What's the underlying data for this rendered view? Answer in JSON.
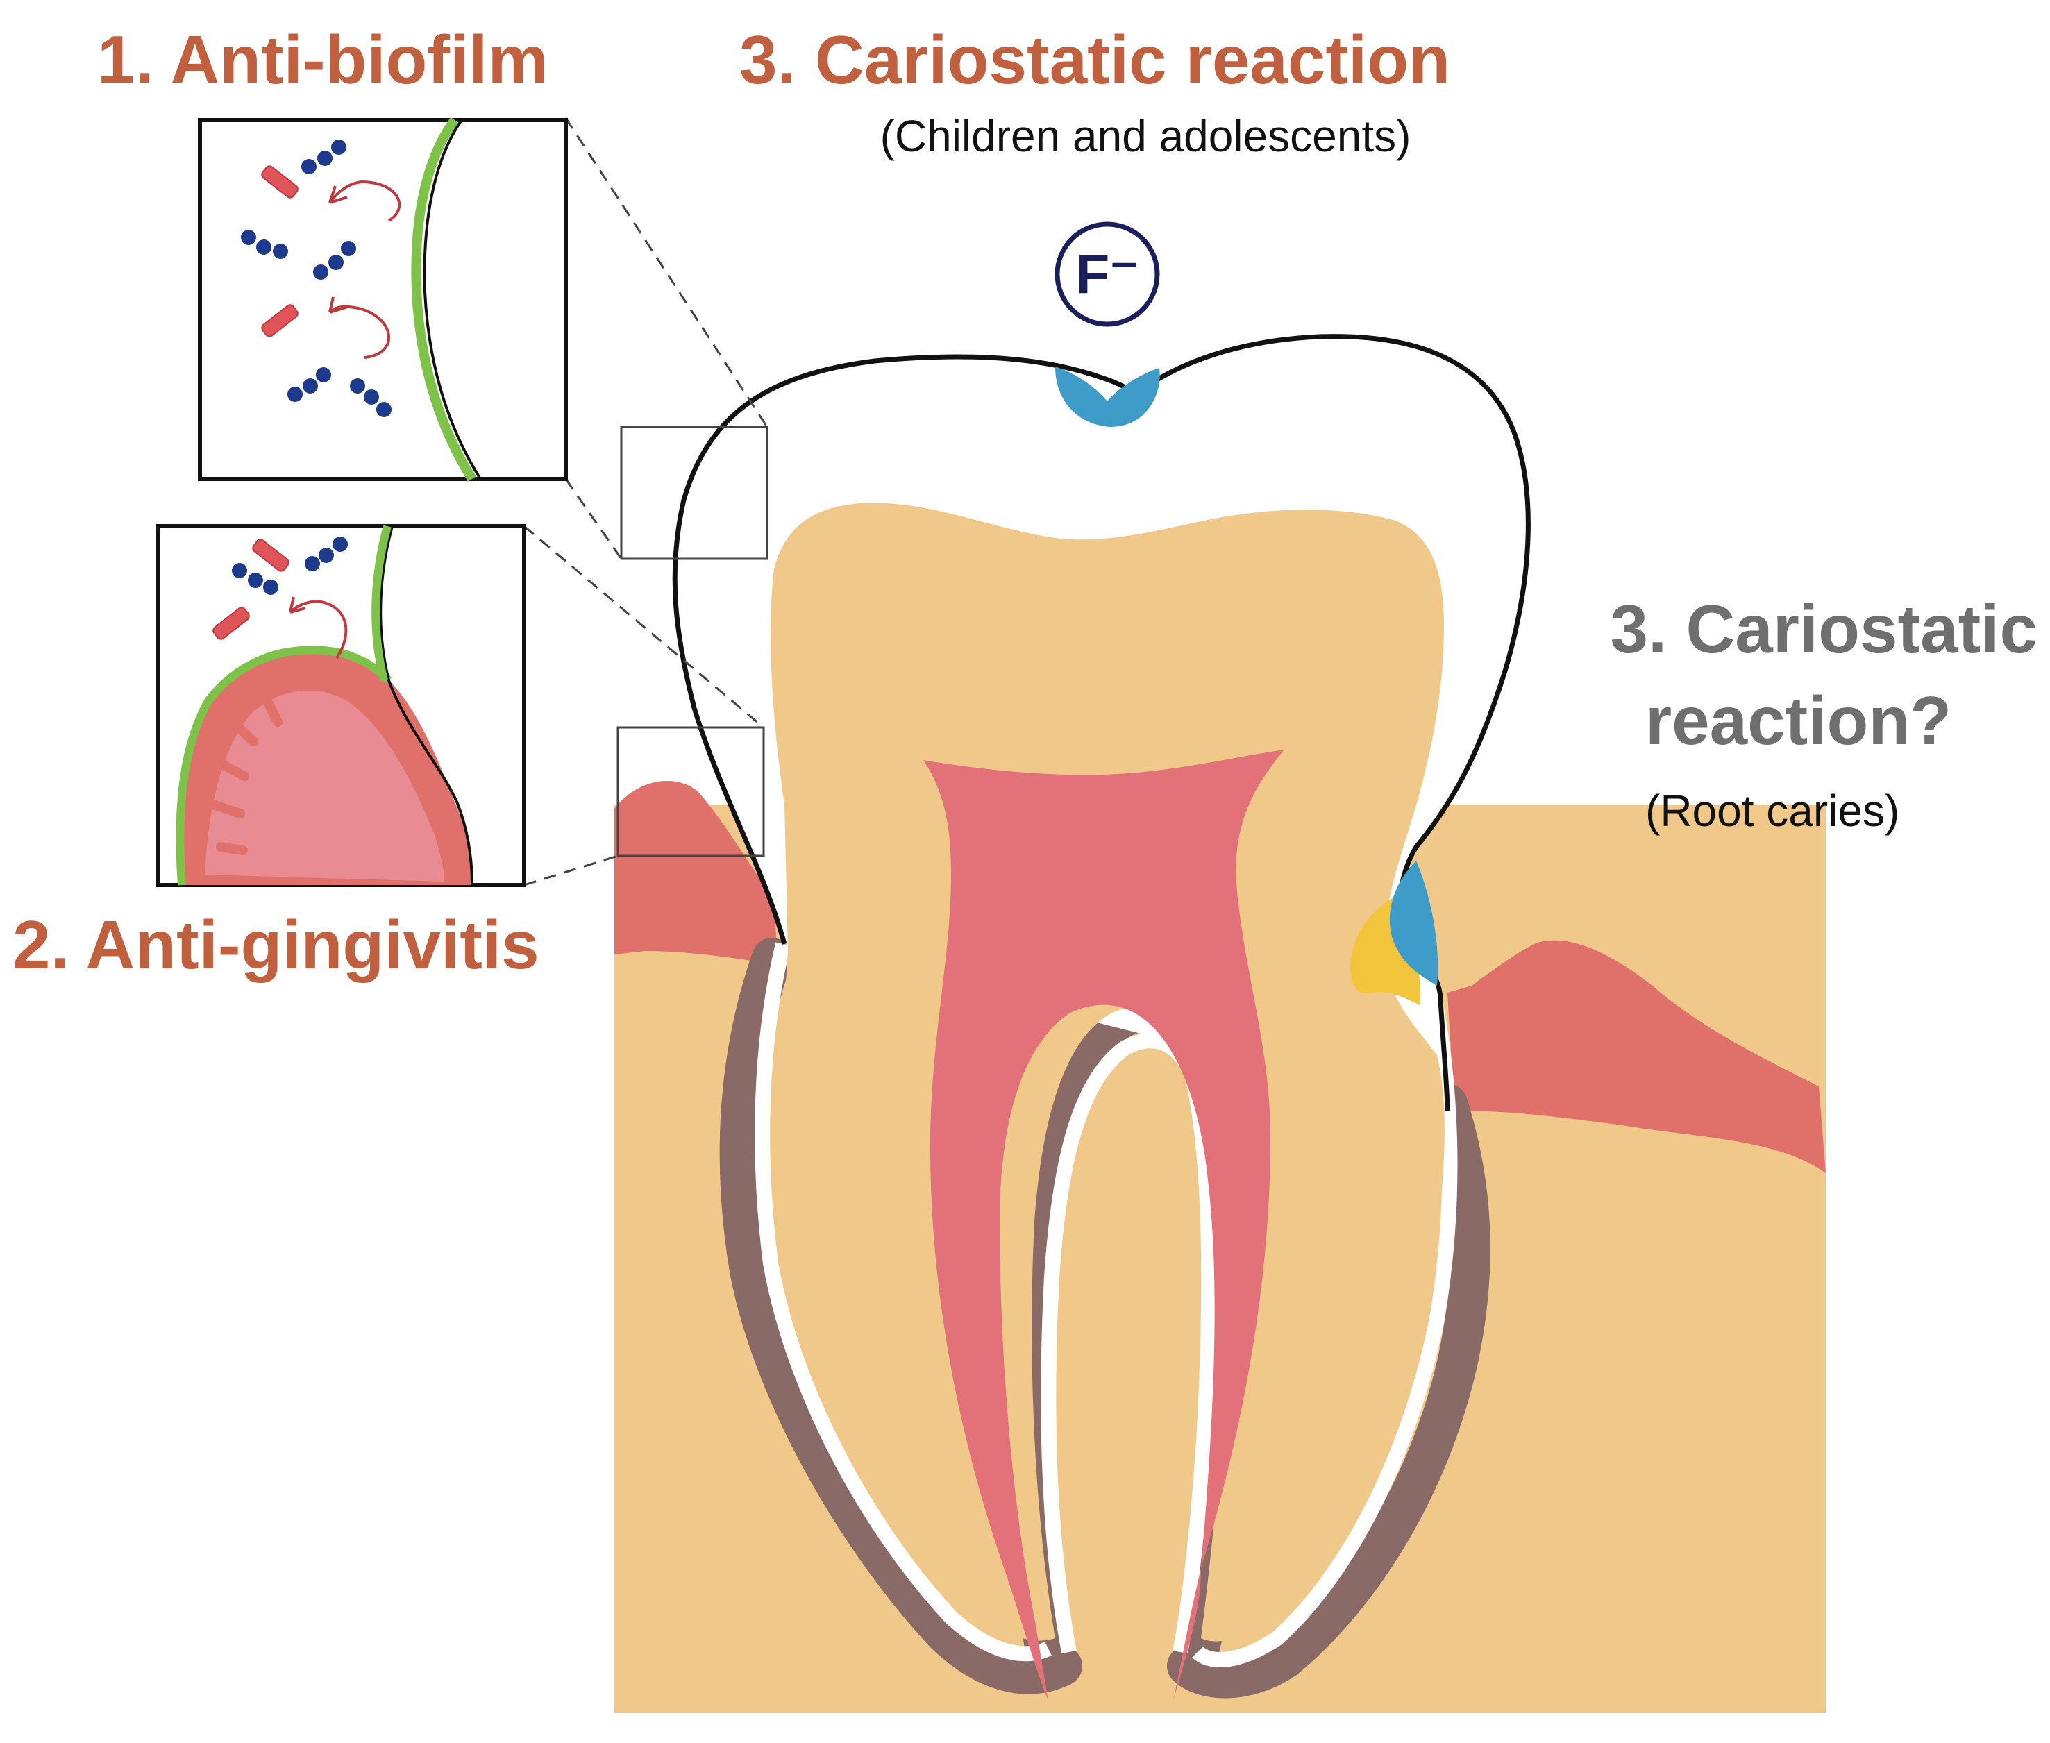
{
  "labels": {
    "anti_biofilm": "1. Anti-biofilm",
    "cariostatic_top": "3. Cariostatic reaction",
    "cariostatic_top_sub": "(Children and adolescents)",
    "cariostatic_side_line1": "3. Cariostatic",
    "cariostatic_side_line2": "reaction?",
    "cariostatic_side_sub": "(Root caries)",
    "anti_gingivitis": "2. Anti-gingivitis",
    "fluoride_ion": "F⁻"
  },
  "colors": {
    "label_accent": "#c0603f",
    "label_grey": "#6f6f6f",
    "bone": "#f0c98a",
    "gum": "#e0706a",
    "pulp": "#e3717a",
    "root_membrane": "#8a6a66",
    "enamel": "#ffffff",
    "biofilm": "#7fc24a",
    "bacteria": "#1d3a8c",
    "fluoride_spot": "#3f9bc8",
    "root_caries": "#f2c53c"
  }
}
